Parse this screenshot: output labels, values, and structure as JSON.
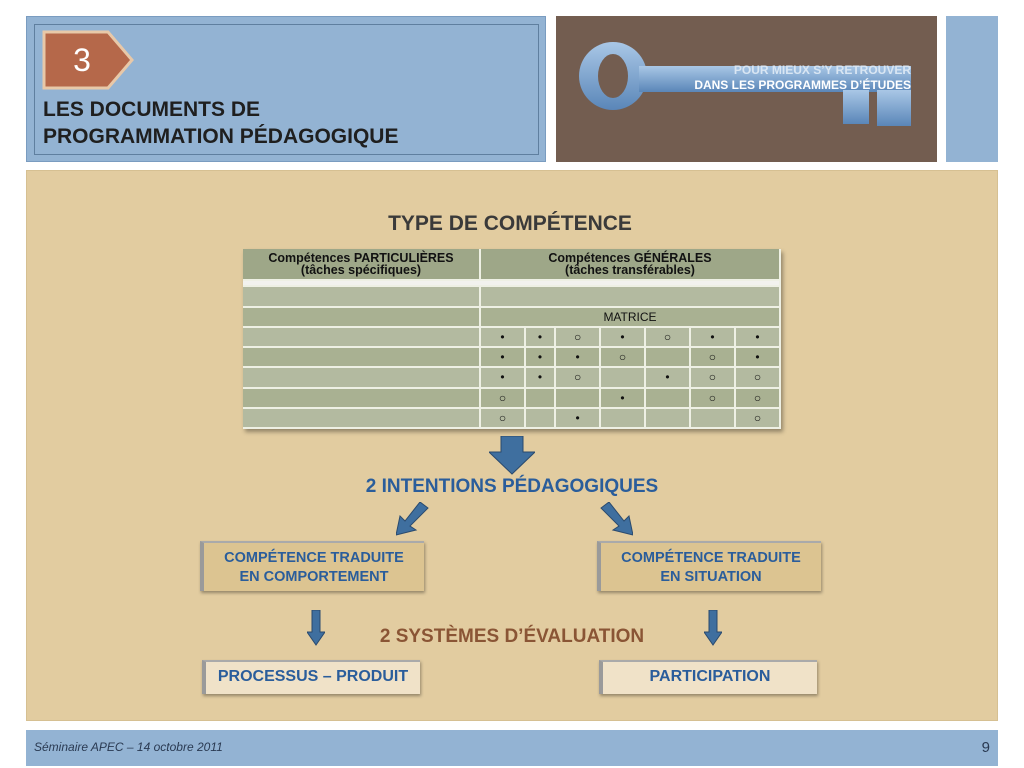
{
  "header": {
    "section_number": "3",
    "title_line1": "LES DOCUMENTS DE",
    "title_line2": "PROGRAMMATION PÉDAGOGIQUE",
    "tagline_line1": "POUR MIEUX S’Y RETROUVER",
    "tagline_line2": "DANS LES PROGRAMMES D’ÉTUDES"
  },
  "main": {
    "type_title": "TYPE DE COMPÉTENCE",
    "table": {
      "col1_line1": "Compétences PARTICULIÈRES",
      "col1_line2": "(tâches spécifiques)",
      "col2_line1": "Compétences GÉNÉRALES",
      "col2_line2": "(tâches transférables)",
      "matrix_label": "MATRICE",
      "rows": [
        [
          "•",
          "•",
          "○",
          "•",
          "○",
          "•",
          "•"
        ],
        [
          "•",
          "•",
          "•",
          "○",
          "",
          "○",
          "•"
        ],
        [
          "•",
          "•",
          "○",
          "",
          "•",
          "○",
          "○"
        ],
        [
          "○",
          "",
          "",
          "•",
          "",
          "○",
          "○"
        ],
        [
          "○",
          "",
          "•",
          "",
          "",
          "",
          "○"
        ]
      ]
    },
    "intentions": "2 INTENTIONS PÉDAGOGIQUES",
    "box_left_line1": "COMPÉTENCE TRADUITE",
    "box_left_line2": "EN COMPORTEMENT",
    "box_right_line1": "COMPÉTENCE TRADUITE",
    "box_right_line2": "EN SITUATION",
    "systemes": "2 SYSTÈMES D’ÉVALUATION",
    "eval_left": "PROCESSUS – PRODUIT",
    "eval_right": "PARTICIPATION"
  },
  "footer": {
    "text": "Séminaire APEC – 14 octobre 2011",
    "page": "9"
  },
  "colors": {
    "header_blue": "#93b3d3",
    "key_panel": "#735d50",
    "body_bg": "#e2cca0",
    "accent_blue": "#2a5d9b",
    "accent_brown": "#8a5535"
  }
}
